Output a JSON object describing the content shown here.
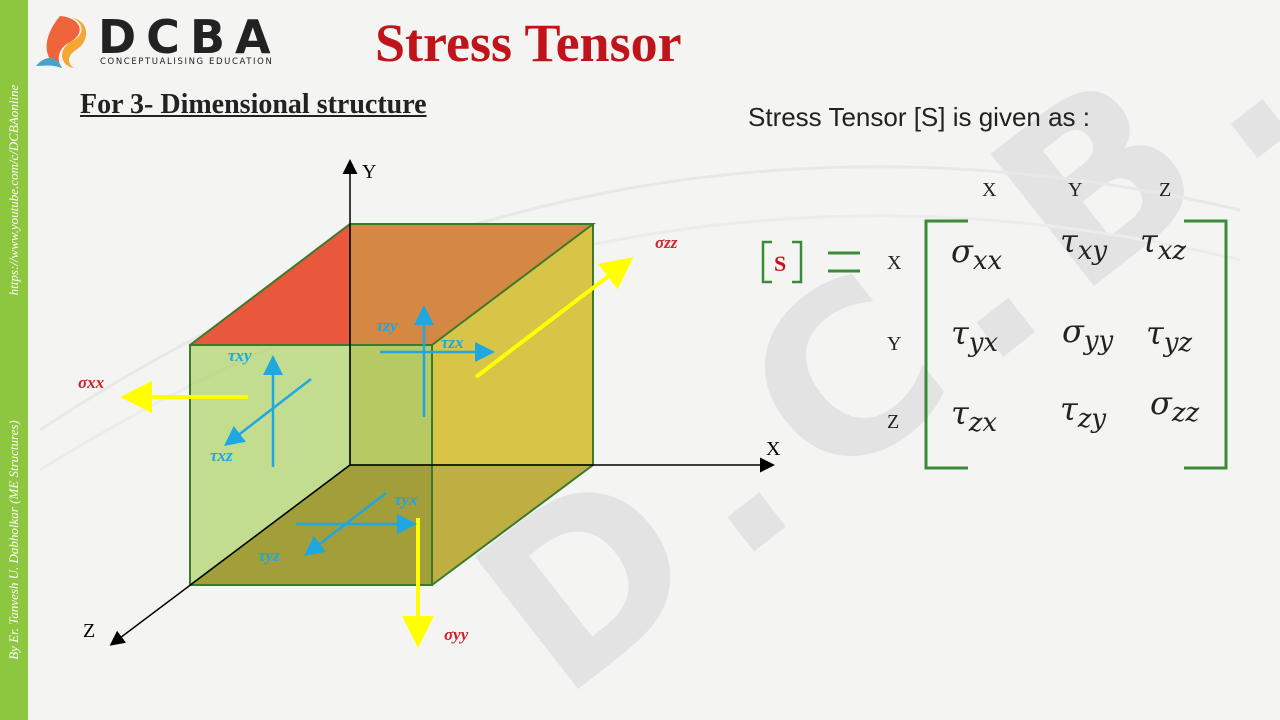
{
  "header": {
    "logo_text": "DCBA",
    "logo_tagline": "CONCEPTUALISING EDUCATION",
    "title": "Stress Tensor"
  },
  "sidebar": {
    "url": "https://www.youtube.com/c/DCBAonline",
    "author": "By Er. Tanvesh U. Dabholkar (ME Structures)"
  },
  "subtitle": "For 3- Dimensional structure",
  "intro": "Stress Tensor [S] is given as :",
  "watermark": "D.C.B.A.",
  "axes": {
    "x": "X",
    "y": "Y",
    "z": "Z"
  },
  "diagram_labels": {
    "sigma_xx": "σxx",
    "sigma_yy": "σyy",
    "sigma_zz": "σzz",
    "tau_xy": "τxy",
    "tau_xz": "τxz",
    "tau_zy": "τzy",
    "tau_zx": "τzx",
    "tau_yx": "τyx",
    "tau_yz": "τyz"
  },
  "tensor": {
    "symbol": "S",
    "equals": "=",
    "col_headers": [
      "X",
      "Y",
      "Z"
    ],
    "row_headers": [
      "X",
      "Y",
      "Z"
    ],
    "rows": [
      [
        {
          "sym": "σ",
          "sub": "xx"
        },
        {
          "sym": "τ",
          "sub": "xy"
        },
        {
          "sym": "τ",
          "sub": "xz"
        }
      ],
      [
        {
          "sym": "τ",
          "sub": "yx"
        },
        {
          "sym": "σ",
          "sub": "yy"
        },
        {
          "sym": "τ",
          "sub": "yz"
        }
      ],
      [
        {
          "sym": "τ",
          "sub": "zx"
        },
        {
          "sym": "τ",
          "sub": "zy"
        },
        {
          "sym": "σ",
          "sub": "zz"
        }
      ]
    ]
  },
  "colors": {
    "brand_green": "#8dc63f",
    "title_red": "#c0141b",
    "arrow_yellow": "#ffff00",
    "shear_blue": "#1ea7e1"
  }
}
